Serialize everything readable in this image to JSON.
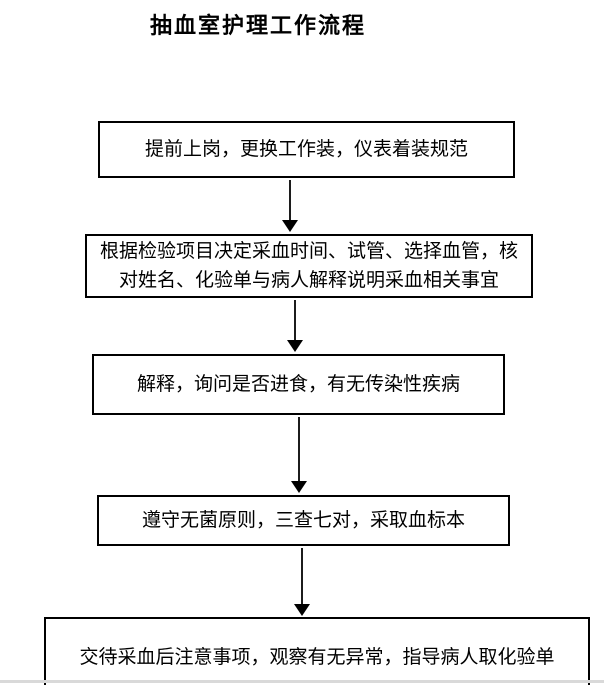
{
  "page": {
    "title": "抽血室护理工作流程"
  },
  "flowchart": {
    "boxes": [
      {
        "id": "step-1",
        "text": "提前上岗，更换工作装，仪表着装规范"
      },
      {
        "id": "step-2",
        "text": "根据检验项目决定采血时间、试管、选择血管，核对姓名、化验单与病人解释说明采血相关事宜"
      },
      {
        "id": "step-3",
        "text": "解释，询问是否进食，有无传染性疾病"
      },
      {
        "id": "step-4",
        "text": "遵守无菌原则，三查七对，采取血标本"
      },
      {
        "id": "step-5",
        "text": "交待采血后注意事项，观察有无异常，指导病人取化验单"
      }
    ],
    "connectors": [
      "arrow-down",
      "arrow-down",
      "arrow-down",
      "arrow-down"
    ],
    "colors": {
      "border": "#000000",
      "text": "#000000",
      "background": "#ffffff",
      "bottom_edge": "#d9d9d9"
    }
  }
}
